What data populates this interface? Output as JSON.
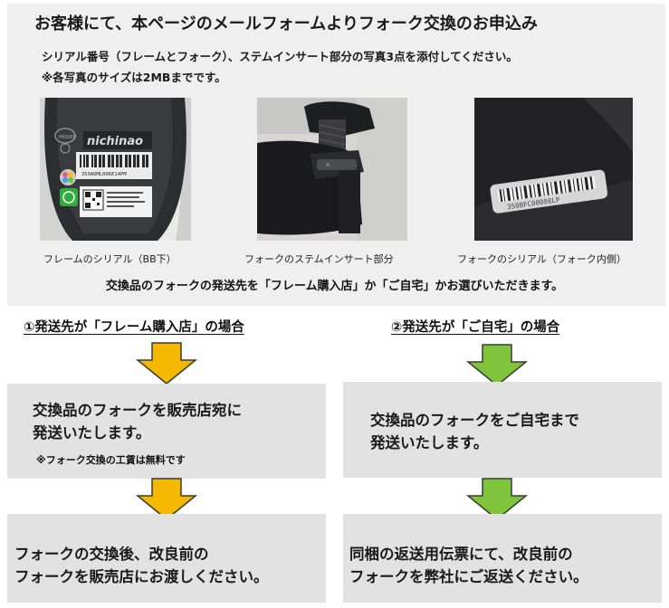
{
  "header": {
    "headline": "お客様にて、本ページのメールフォームよりフォーク交換のお申込み",
    "instruction_line1": "シリアル番号（フレームとフォーク）、ステムインサート部分の写真3点を添付してください。",
    "instruction_line2": "※各写真のサイズは2MBまでです。"
  },
  "photos": [
    {
      "caption": "フレームのシリアル（BB下）",
      "brand_text": "nichinao",
      "serial_text": "350ADML006E14PM"
    },
    {
      "caption": "フォークのステムインサート部分"
    },
    {
      "caption": "フォークのシリアル（フォーク内側）",
      "serial_text": "350BFC00008LP"
    }
  ],
  "choice_text": "交換品のフォークの発送先を「フレーム購入店」か「ご自宅」かお選びいただきます。",
  "routes": [
    {
      "title": "①発送先が「フレーム購入店」の場合",
      "arrow_color": "#f5b800",
      "step1_line1": "交換品のフォークを販売店宛に",
      "step1_line2": "発送いたします。",
      "step1_note": "※フォーク交換の工賃は無料です",
      "step2_line1": "フォークの交換後、改良前の",
      "step2_line2": "フォークを販売店にお渡しください。"
    },
    {
      "title": "②発送先が「ご自宅」の場合",
      "arrow_color": "#7ec53c",
      "step1_line1": "交換品のフォークをご自宅まで",
      "step1_line2": "発送いたします。",
      "step2_line1": "同梱の返送用伝票にて、改良前の",
      "step2_line2": "フォークを弊社にご返送ください。"
    }
  ]
}
